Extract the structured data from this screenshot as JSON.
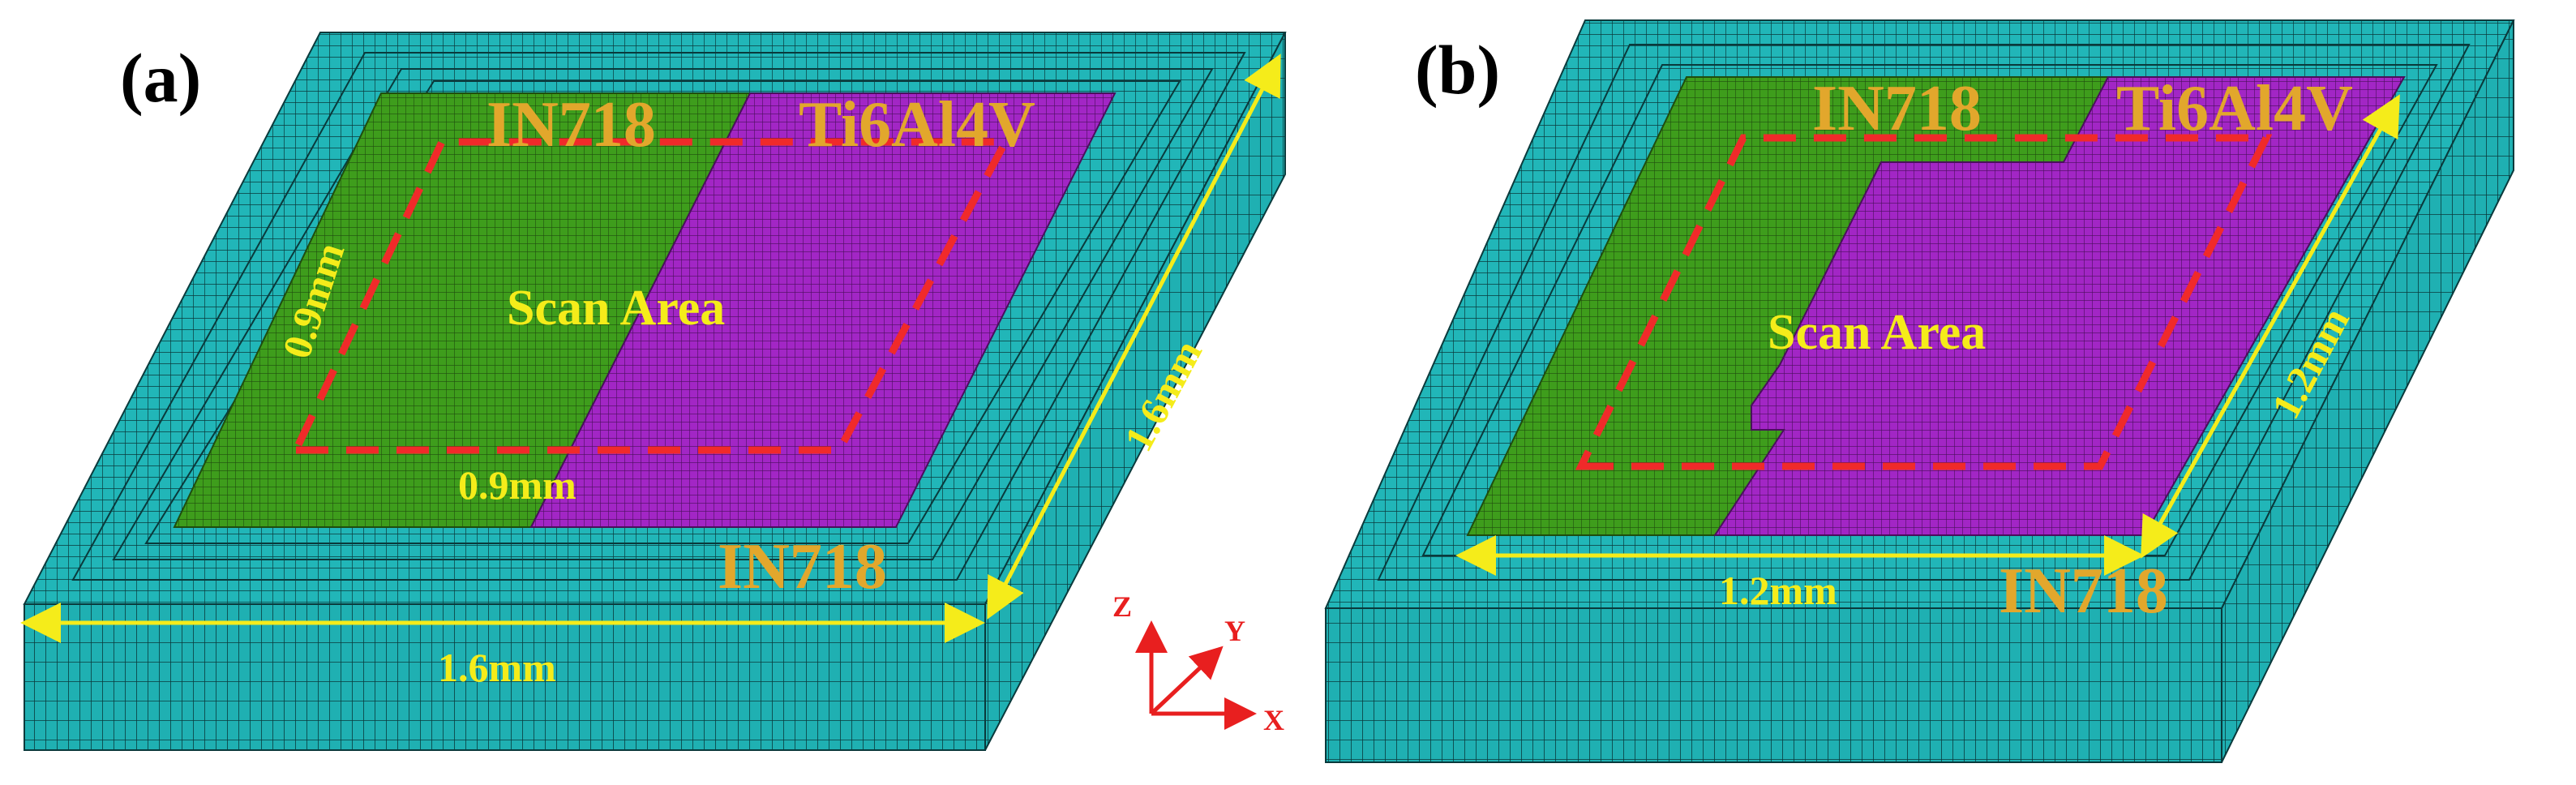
{
  "colors": {
    "substrate": "#21b6b8",
    "substrate_side": "#1a9ea0",
    "mesh_line": "#0a2a2c",
    "in718": "#3e9d1c",
    "ti6al4v": "#a226c5",
    "scan_box": "#f02a2a",
    "dimension": "#f5ec1a",
    "material_text": "#e2a72c",
    "axis": "#e81f1f"
  },
  "panel_a": {
    "label": "(a)",
    "in718_top": "IN718",
    "ti6al4v": "Ti6Al4V",
    "scan_area": "Scan Area",
    "dim_scan_x": "0.9mm",
    "dim_scan_y": "0.9mm",
    "dim_side_y": "1.6mm",
    "dim_side_x": "1.6mm",
    "in718_substrate": "IN718"
  },
  "panel_b": {
    "label": "(b)",
    "in718_top": "IN718",
    "ti6al4v": "Ti6Al4V",
    "scan_area": "Scan Area",
    "dim_side_y": "1.2mm",
    "dim_side_x": "1.2mm",
    "in718_substrate": "IN718"
  },
  "axes": {
    "z": "Z",
    "y": "Y",
    "x": "X"
  }
}
